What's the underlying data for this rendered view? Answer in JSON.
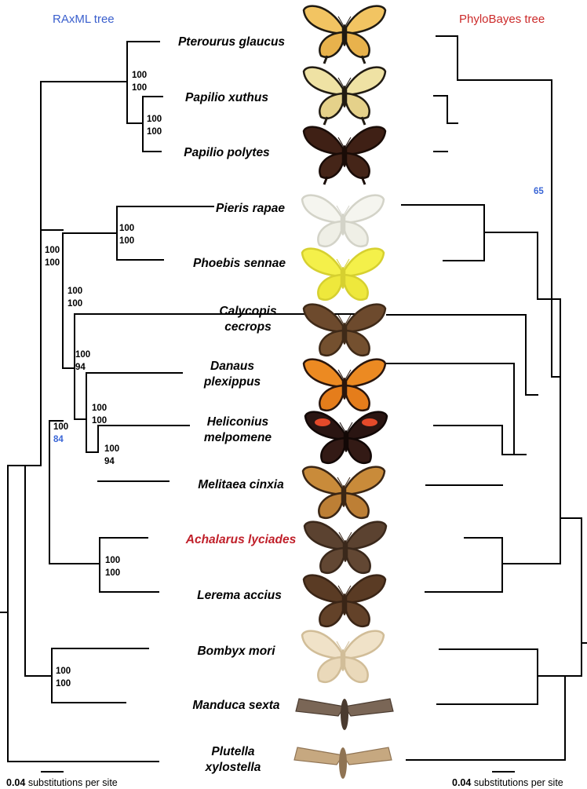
{
  "left_tree": {
    "title": "RAxML tree",
    "title_color": "#3a5fcd"
  },
  "right_tree": {
    "title": "PhyloBayes tree",
    "title_color": "#cc2a2a"
  },
  "colors": {
    "blue_branch": "#3a66d6",
    "red_branch": "#e03030",
    "highlight_species": "#c0202a"
  },
  "species": [
    {
      "line1": "Pterourus glaucus",
      "line2": "",
      "icon": "tiger-swallowtail-butterfly-image",
      "color": ""
    },
    {
      "line1": "Papilio xuthus",
      "line2": "",
      "icon": "asian-swallowtail-butterfly-image",
      "color": ""
    },
    {
      "line1": "Papilio polytes",
      "line2": "",
      "icon": "common-mormon-butterfly-image",
      "color": ""
    },
    {
      "line1": "Pieris rapae",
      "line2": "",
      "icon": "cabbage-white-butterfly-image",
      "color": ""
    },
    {
      "line1": "Phoebis sennae",
      "line2": "",
      "icon": "cloudless-sulphur-butterfly-image",
      "color": ""
    },
    {
      "line1": "Calycopis",
      "line2": "cecrops",
      "icon": "red-banded-hairstreak-butterfly-image",
      "color": ""
    },
    {
      "line1": "Danaus",
      "line2": "plexippus",
      "icon": "monarch-butterfly-image",
      "color": ""
    },
    {
      "line1": "Heliconius",
      "line2": "melpomene",
      "icon": "postman-butterfly-image",
      "color": ""
    },
    {
      "line1": "Melitaea cinxia",
      "line2": "",
      "icon": "glanville-fritillary-butterfly-image",
      "color": ""
    },
    {
      "line1": "Achalarus lyciades",
      "line2": "",
      "icon": "hoary-edge-skipper-image",
      "color": "#c0202a"
    },
    {
      "line1": "Lerema accius",
      "line2": "",
      "icon": "clouded-skipper-image",
      "color": ""
    },
    {
      "line1": "Bombyx mori",
      "line2": "",
      "icon": "silkworm-moth-image",
      "color": ""
    },
    {
      "line1": "Manduca sexta",
      "line2": "",
      "icon": "tobacco-hornworm-moth-image",
      "color": ""
    },
    {
      "line1": "Plutella",
      "line2": "xylostella",
      "icon": "diamondback-moth-image",
      "color": ""
    }
  ],
  "support": [
    {
      "top": "100",
      "bottom": "100",
      "bottom_color": ""
    },
    {
      "top": "100",
      "bottom": "100",
      "bottom_color": ""
    },
    {
      "top": "100",
      "bottom": "100",
      "bottom_color": ""
    },
    {
      "top": "100",
      "bottom": "100",
      "bottom_color": ""
    },
    {
      "top": "100",
      "bottom": "100",
      "bottom_color": ""
    },
    {
      "top": "100",
      "bottom": "94",
      "bottom_color": ""
    },
    {
      "top": "100",
      "bottom": "100",
      "bottom_color": ""
    },
    {
      "top": "100",
      "bottom": "94",
      "bottom_color": ""
    },
    {
      "top": "100",
      "bottom": "84",
      "bottom_color": "#3a66d6"
    },
    {
      "top": "100",
      "bottom": "100",
      "bottom_color": ""
    },
    {
      "top": "100",
      "bottom": "100",
      "bottom_color": ""
    }
  ],
  "pb_support": {
    "value": "65",
    "color": "#3a66d6"
  },
  "scale": {
    "value": "0.04",
    "text": " substitutions per site"
  }
}
